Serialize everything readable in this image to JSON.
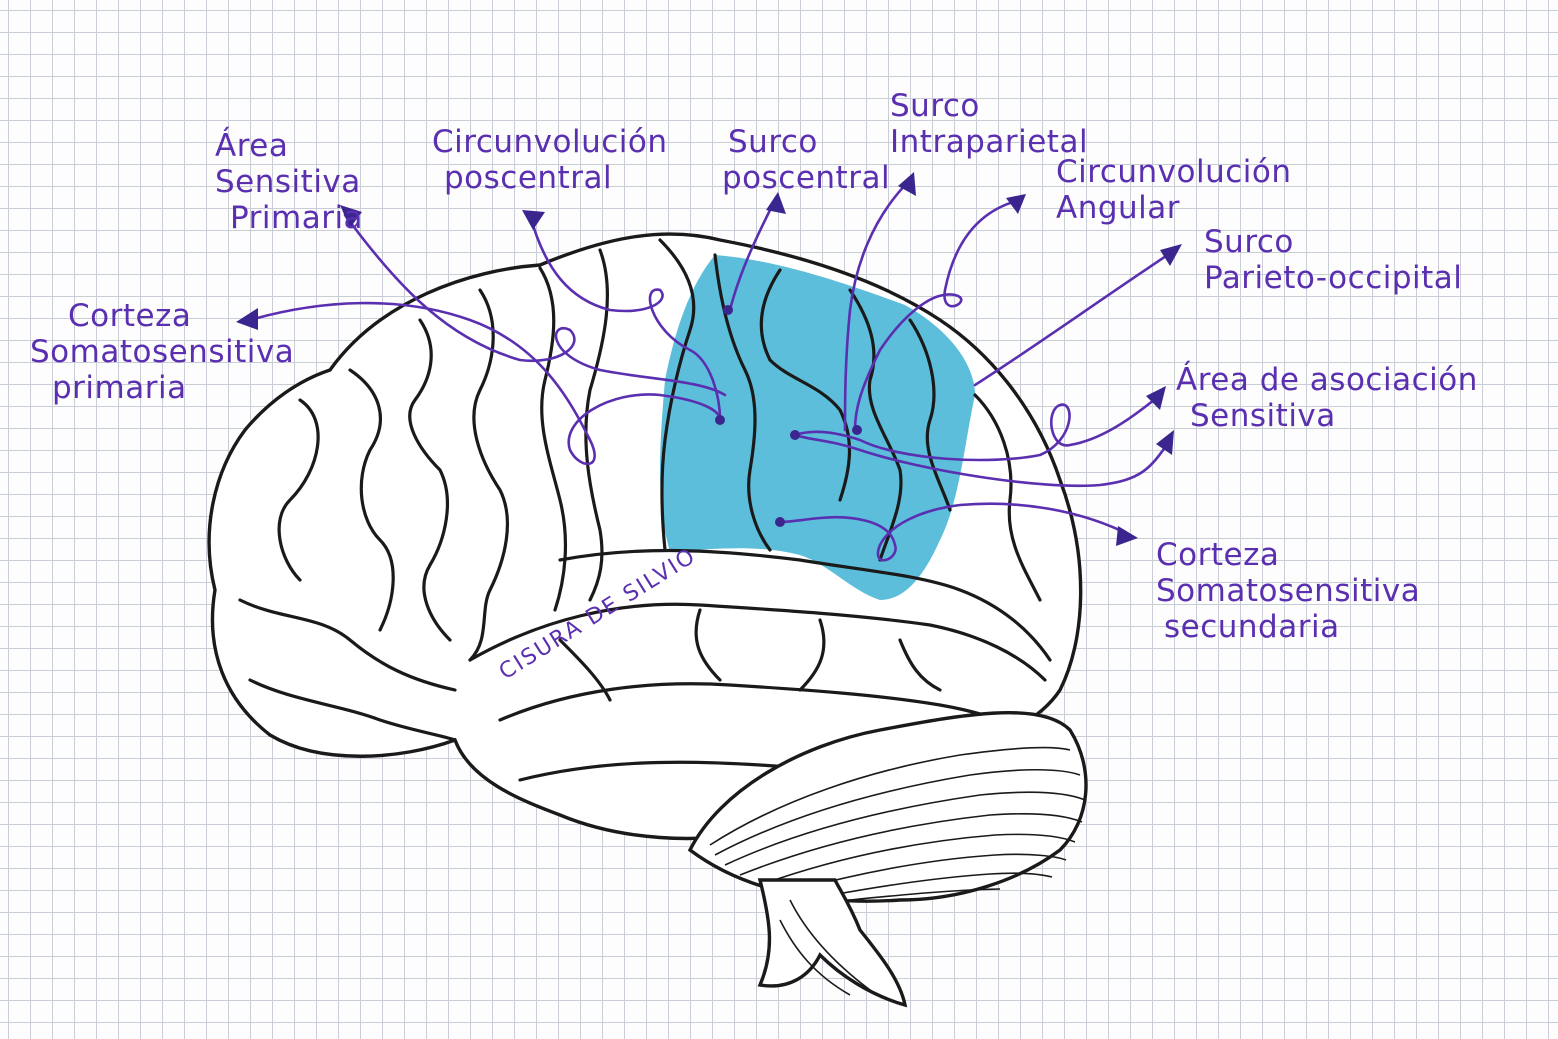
{
  "labels": {
    "area_sensitiva_primaria": [
      "Área",
      "Sensitiva",
      "Primaria"
    ],
    "circunvolucion_poscentral": [
      "Circunvolución",
      "poscentral"
    ],
    "surco_poscentral": [
      "Surco",
      "poscentral"
    ],
    "surco_intraparietal": [
      "Surco",
      "Intraparietal"
    ],
    "circunvolucion_angular": [
      "Circunvolución",
      "Angular"
    ],
    "surco_parieto_occipital": [
      "Surco",
      "Parieto-occipital"
    ],
    "corteza_somatosensitiva_primaria": [
      "Corteza",
      "Somatosensitiva",
      "primaria"
    ],
    "area_asociacion_sensitiva": [
      "Área de asociación",
      "Sensitiva"
    ],
    "corteza_somatosensitiva_secundaria": [
      "Corteza",
      "Somatosensitiva",
      "secundaria"
    ],
    "cisura_de_silvio": "CISURA DE SILVIO"
  },
  "colors": {
    "ink": "#5a2fb0",
    "highlight": "#3fb3d4",
    "outline": "#1a1a1a",
    "grid": "#c9ced6"
  }
}
